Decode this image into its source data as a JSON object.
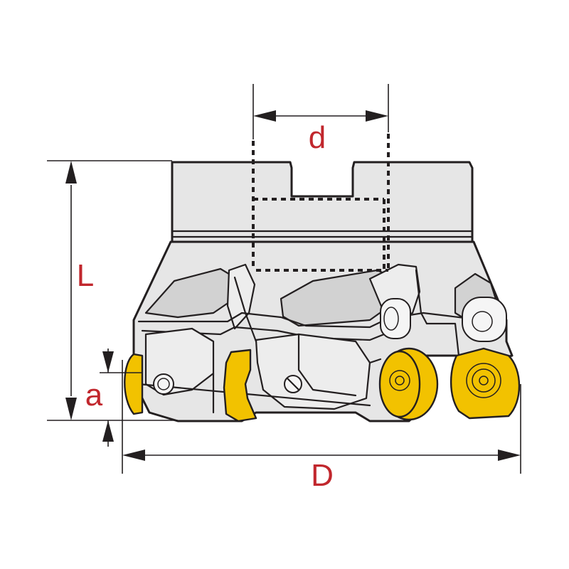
{
  "labels": {
    "d": "d",
    "L": "L",
    "a": "a",
    "D": "D"
  },
  "colors": {
    "dimension_text": "#c1272d",
    "insert": "#f2c200",
    "body": "#e6e6e6",
    "outline": "#231f20"
  }
}
